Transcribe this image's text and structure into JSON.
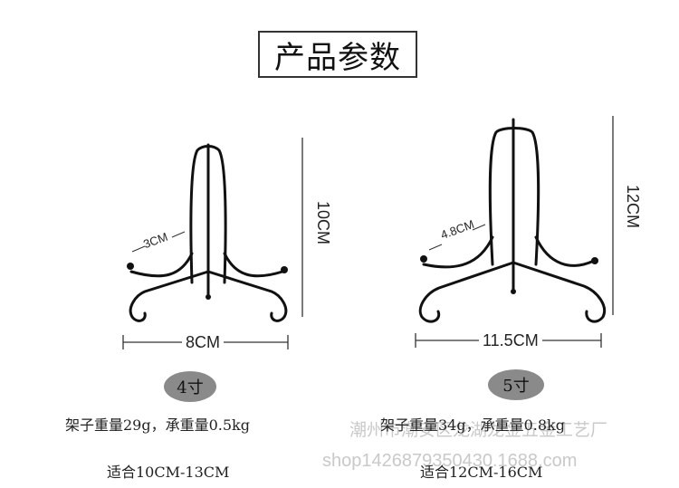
{
  "title": "产品参数",
  "left": {
    "height_label": "10CM",
    "width_label": "8CM",
    "arm_label": "3CM",
    "size_badge": "4寸",
    "weight_text": "架子重量29g，承重量0.5kg",
    "fit_text": "适合10CM-13CM"
  },
  "right": {
    "height_label": "12CM",
    "width_label": "11.5CM",
    "arm_label": "4.8CM",
    "size_badge": "5寸",
    "weight_text": "架子重量34g，承重量0.8kg",
    "fit_text": "适合12CM-16CM"
  },
  "watermark": {
    "line1": "潮州市潮安区龙湖龙金五金工艺厂",
    "line2": "shop1426879350430.1688.com"
  },
  "colors": {
    "metal": "#111111",
    "badge": "#8a8a8a",
    "watermark": "#c9c9c9"
  }
}
